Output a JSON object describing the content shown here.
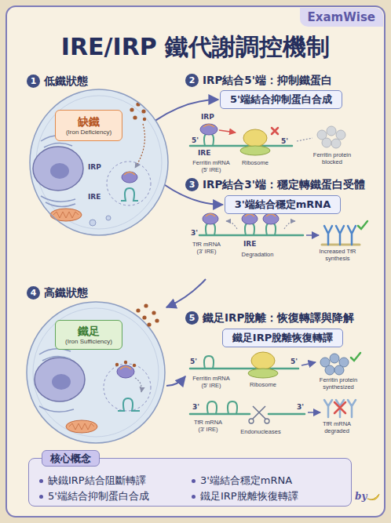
{
  "diagram": {
    "title": "IRE/IRP 鐵代謝調控機制",
    "nodes": [
      {
        "text": [
          "ExamWise"
        ]
      },
      {
        "text": [
          "1",
          "低鐵狀態"
        ]
      },
      {
        "text": [
          "IRP",
          "IRE"
        ]
      },
      {
        "text": [
          "缺鐵",
          "(Iron Deficiency)"
        ],
        "in": 2
      },
      {
        "text": [
          "2",
          "IRP結合5'端：抑制鐵蛋白"
        ]
      },
      {
        "text": [
          "5'端結合抑制蛋白合成"
        ]
      },
      {
        "text": [
          "3",
          "IRP結合3'端：穩定轉鐵蛋白受體"
        ]
      },
      {
        "text": [
          "3'端結合穩定mRNA"
        ]
      },
      {
        "text": [
          "4",
          "高鐵狀態"
        ]
      },
      {
        "text": [
          "鐵足",
          "(Iron Sufficiency)"
        ]
      },
      {
        "text": [
          "5",
          "鐵足IRP脫離：恢復轉譯與降解"
        ]
      },
      {
        "text": [
          "鐵足IRP脫離恢復轉譯"
        ]
      },
      {
        "text": [
          "缺鐵IRP結合阻斷轉譯",
          "3'端結合穩定mRNA",
          "5'端結合抑制蛋白合成",
          "鐵足IRP脫離恢復轉譯"
        ]
      },
      {
        "text": [
          "核心概念"
        ],
        "in": 12
      }
    ],
    "edges": [
      {
        "from": 2,
        "to": 5,
        "arrow": "to"
      },
      {
        "from": 2,
        "to": 7,
        "arrow": "to"
      }
    ],
    "labels": [
      "IRP",
      "5'",
      "IRE",
      "Ferritin mRNA (5' IRE)",
      "Ribosome",
      "5'",
      "Ferritin protein blocked",
      "3'",
      "TfR mRNA (3' IRE)",
      "IRE",
      "Degradation",
      "Increased TfR synthesis",
      "5'",
      "Ferritin mRNA (5' IRE)",
      "Ribosome",
      "5'",
      "Ferritin protein synthesized",
      "3'",
      "TfR mRNA (3' IRE)",
      "Endonucleases",
      "3'",
      "TfR mRNA degraded",
      "by"
    ]
  }
}
